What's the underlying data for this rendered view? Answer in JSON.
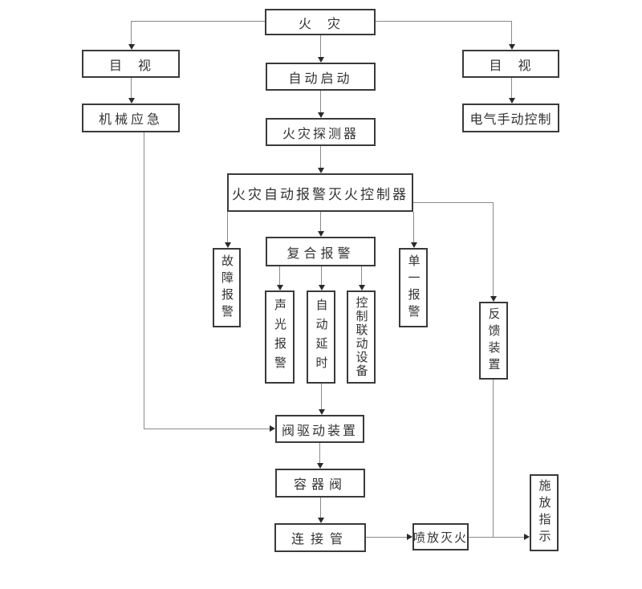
{
  "nodes": {
    "fire": "火　灾",
    "visual_left": "目　视",
    "mechanical_emergency": "机械应急",
    "auto_start": "自动启动",
    "visual_right": "目　视",
    "electrical_manual_control": "电气手动控制",
    "fire_detector": "火灾探测器",
    "controller": "火灾自动报警灭火控制器",
    "composite_alarm": "复合报警",
    "fault_alarm": "故障报警",
    "single_alarm": "单一报警",
    "sound_light_alarm": "声光报警",
    "auto_delay": "自动延时",
    "control_linkage_equipment": "控制联动设备",
    "feedback_device": "反馈装置",
    "valve_drive_device": "阀驱动装置",
    "container_valve": "容器阀",
    "connecting_pipe": "连接管",
    "spray_extinguishing": "喷放灭火",
    "release_indication": "施放指示"
  },
  "edges": [
    {
      "from": "fire",
      "to": "visual_left"
    },
    {
      "from": "fire",
      "to": "auto_start"
    },
    {
      "from": "fire",
      "to": "visual_right"
    },
    {
      "from": "visual_left",
      "to": "mechanical_emergency"
    },
    {
      "from": "visual_right",
      "to": "electrical_manual_control"
    },
    {
      "from": "auto_start",
      "to": "fire_detector"
    },
    {
      "from": "fire_detector",
      "to": "controller"
    },
    {
      "from": "controller",
      "to": "fault_alarm"
    },
    {
      "from": "controller",
      "to": "composite_alarm"
    },
    {
      "from": "controller",
      "to": "single_alarm"
    },
    {
      "from": "controller",
      "to": "feedback_device"
    },
    {
      "from": "composite_alarm",
      "to": "sound_light_alarm"
    },
    {
      "from": "composite_alarm",
      "to": "auto_delay"
    },
    {
      "from": "composite_alarm",
      "to": "control_linkage_equipment"
    },
    {
      "from": "auto_delay",
      "to": "valve_drive_device"
    },
    {
      "from": "mechanical_emergency",
      "to": "valve_drive_device"
    },
    {
      "from": "valve_drive_device",
      "to": "container_valve"
    },
    {
      "from": "container_valve",
      "to": "connecting_pipe"
    },
    {
      "from": "connecting_pipe",
      "to": "spray_extinguishing"
    },
    {
      "from": "spray_extinguishing",
      "to": "release_indication"
    },
    {
      "from": "feedback_device",
      "to": "release_indication"
    }
  ],
  "colors": {
    "background": "#ffffff",
    "box_border": "#3a3a3a",
    "text": "#333333",
    "line": "#8a8a8a",
    "arrowhead": "#2a2a2a"
  }
}
